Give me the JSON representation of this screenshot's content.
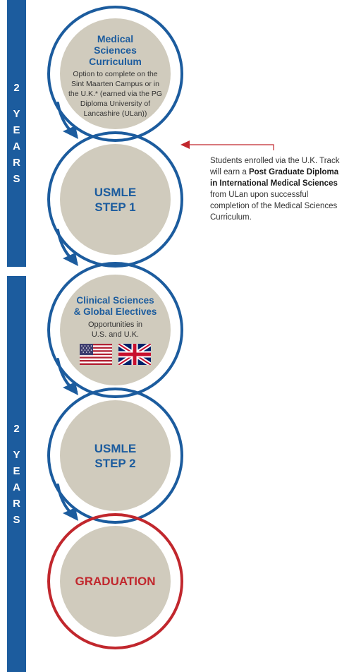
{
  "years": {
    "first": [
      "2",
      "Y",
      "E",
      "A",
      "R",
      "S"
    ],
    "second": [
      "2",
      "Y",
      "E",
      "A",
      "R",
      "S"
    ]
  },
  "steps": [
    {
      "title_lines": [
        "Medical",
        "Sciences",
        "Curriculum"
      ],
      "description": "Option to complete on the Sint Maarten Campus or in the U.K.* (earned via the PG Diploma University of Lancashire (ULan))"
    },
    {
      "title_lines": [
        "USMLE",
        "STEP 1"
      ]
    },
    {
      "title_lines": [
        "Clinical Sciences",
        "& Global Electives"
      ],
      "description_lines": [
        "Opportunities in",
        "U.S. and U.K."
      ],
      "flags": [
        "us-flag-icon",
        "uk-flag-icon"
      ]
    },
    {
      "title_lines": [
        "USMLE",
        "STEP 2"
      ]
    },
    {
      "title_lines": [
        "GRADUATION"
      ]
    }
  ],
  "note": {
    "before": "Students enrolled via the U.K. Track will earn a ",
    "bold": "Post Graduate Diploma in International Medical Sciences",
    "after": " from ULan upon successful completion of the Medical Sciences Curriculum."
  },
  "colors": {
    "blue": "#1c5c9e",
    "red": "#c1272d",
    "beige": "#d0cbbd"
  }
}
